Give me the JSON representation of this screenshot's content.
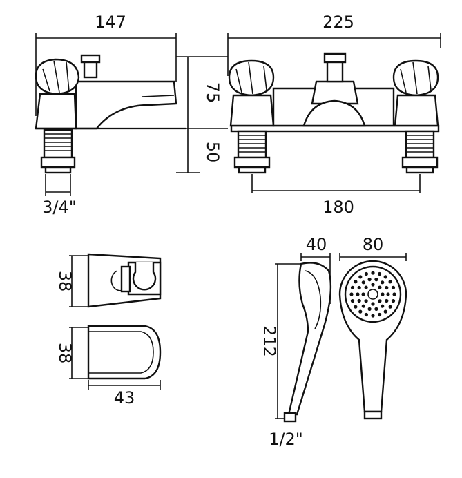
{
  "dimensions": {
    "width_side": "147",
    "width_front": "225",
    "height_upper": "75",
    "height_lower": "50",
    "thread_inlet": "3/4\"",
    "centres": "180",
    "holder_height_top": "38",
    "holder_height_bottom": "38",
    "holder_depth": "43",
    "handset_depth": "40",
    "handset_head_diameter": "80",
    "handset_length": "212",
    "handset_thread": "1/2\""
  },
  "colors": {
    "line": "#111111",
    "background": "#ffffff"
  }
}
